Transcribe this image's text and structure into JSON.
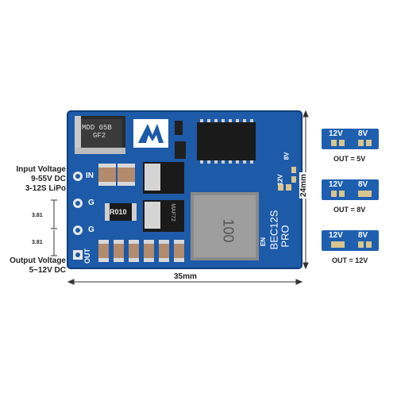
{
  "left_labels": {
    "input_voltage_title": "Input Voltage",
    "input_voltage_range": "9-55V DC",
    "input_voltage_lipo": "3-12S LiPo",
    "spacing_top": "3.81",
    "spacing_bottom": "3.81",
    "output_voltage_title": "Output Voltage",
    "output_voltage_range": "5~12V DC"
  },
  "dimensions": {
    "width": "35mm",
    "height": "24mm"
  },
  "board": {
    "pin_in": "IN",
    "pin_g1": "G",
    "pin_g2": "G",
    "pin_out": "OUT",
    "pin_en": "EN",
    "jumper_12v": "12V",
    "jumper_8v": "8V",
    "model": "BEC12S",
    "model_suffix": "PRO",
    "diode_marking_1": "MDD 05B",
    "diode_marking_2": "GF2",
    "resistor_marking": "R010",
    "inductor_marking": "100",
    "ic_marking": "MAF72"
  },
  "jumper_configs": [
    {
      "label_12v": "12V",
      "label_8v": "8V",
      "caption": "OUT = 5V"
    },
    {
      "label_12v": "12V",
      "label_8v": "8V",
      "caption": "OUT = 8V"
    },
    {
      "label_12v": "12V",
      "label_8v": "8V",
      "caption": "OUT = 12V"
    }
  ]
}
